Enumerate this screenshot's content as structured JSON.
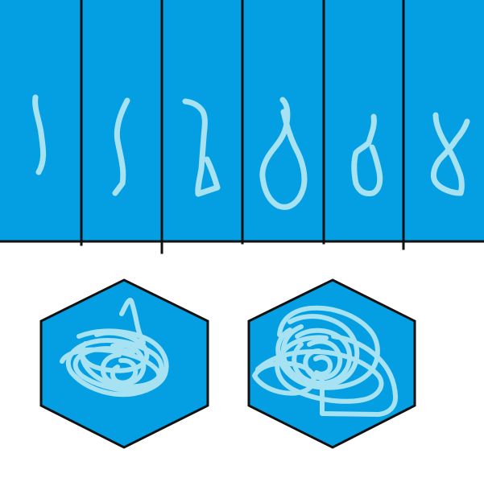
{
  "colors": {
    "background": "#ffffff",
    "panel_fill": "#049fe3",
    "stroke_dark": "#111111",
    "scribble": "#a7e2f2"
  },
  "panels": [
    {
      "name": "panel-1",
      "glyph": "short-curved-stroke"
    },
    {
      "name": "panel-2",
      "glyph": "arc-stroke"
    },
    {
      "name": "panel-3",
      "glyph": "stroke-with-small-loop"
    },
    {
      "name": "panel-4",
      "glyph": "stroke-with-large-loop"
    },
    {
      "name": "panel-5",
      "glyph": "stroke-with-medium-loop"
    },
    {
      "name": "panel-6",
      "glyph": "crossed-loop"
    }
  ],
  "hexagons": [
    {
      "name": "hexagon-left",
      "glyph": "tangled-scribble"
    },
    {
      "name": "hexagon-right",
      "glyph": "dense-tangled-scribble"
    }
  ]
}
